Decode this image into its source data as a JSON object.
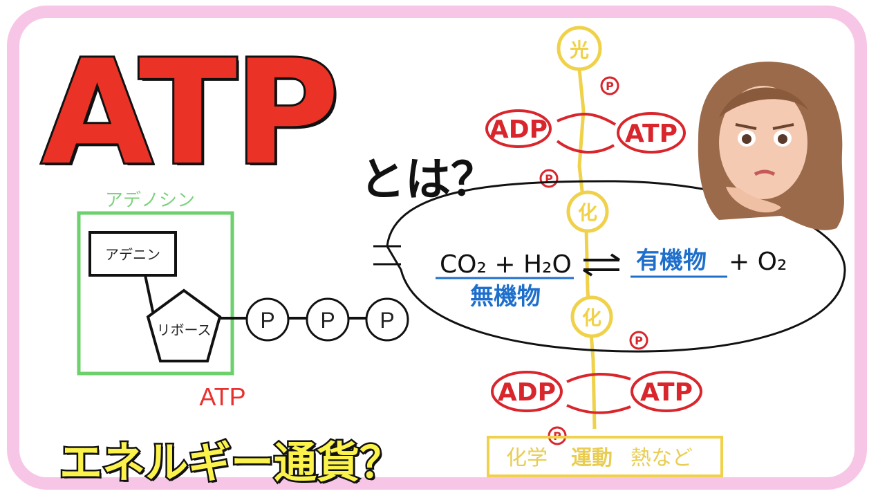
{
  "title": {
    "main": "ATP",
    "suffix": "とは？"
  },
  "subtitle": "エネルギー通貨？",
  "structure": {
    "group_label": "アデノシン",
    "adenine": "アデニン",
    "ribose": "リボース",
    "phosphates": [
      "P",
      "P",
      "P"
    ],
    "molecule_label": "ATP"
  },
  "cycle": {
    "light": "光",
    "chem": "化",
    "adp": "ADP",
    "atp": "ATP",
    "p": "P",
    "equation_left": "CO₂ + H₂O",
    "equation_right_organic": "有機物",
    "equation_right_o2": "+ O₂",
    "inorganic": "無機物",
    "energy_uses": [
      "化学",
      "運動",
      "熱など"
    ]
  },
  "colors": {
    "frame": "#f7c6e6",
    "title_red": "#ea3326",
    "subtitle_yellow": "#fbf34c",
    "diagram_red": "#d8262c",
    "diagram_yellow": "#f0d14a",
    "diagram_blue": "#1e6fcc",
    "adenosine_green": "#6cd06c"
  },
  "icons": [
    "thinking-avatar-icon"
  ]
}
